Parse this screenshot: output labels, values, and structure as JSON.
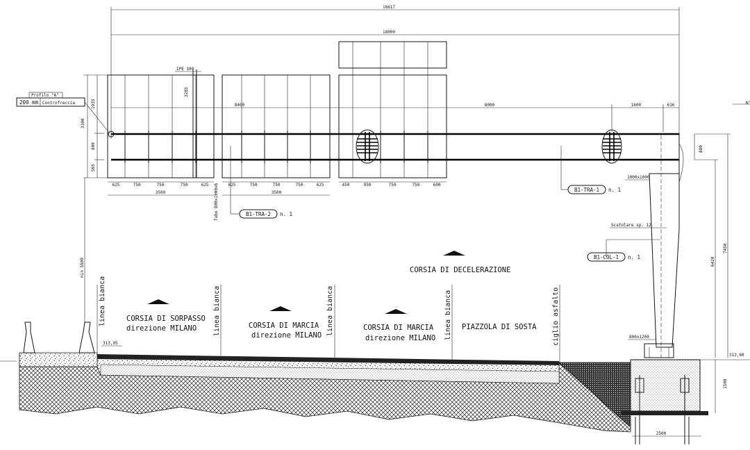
{
  "overall_dims": {
    "total": "16617",
    "span": "18000"
  },
  "stamp": {
    "title": "Profilo \"A\"",
    "value": "200 mm",
    "label": "Controfreccia"
  },
  "panels": {
    "p1_dims": [
      "625",
      "750",
      "750",
      "750",
      "625"
    ],
    "p1_total": "3500",
    "p2_dims": [
      "625",
      "750",
      "750",
      "750",
      "625"
    ],
    "p2_total": "3500",
    "p3_dims": [
      "450",
      "950",
      "750",
      "750",
      "600"
    ]
  },
  "beam_dims": {
    "d1": "8400",
    "d2": "8000",
    "d3": "1600",
    "d4": "616"
  },
  "left_vertical_dims": {
    "total": "3300",
    "top": "1935",
    "mid": "800",
    "bot": "565"
  },
  "misc_dims": {
    "ipe": "IPE 100",
    "v1": "3285",
    "tubo": "Tubo 800x1000x6",
    "hmin": "min 5500",
    "right_880": "880"
  },
  "column_labels": {
    "plate": "1000x1000",
    "scatolare": "Scatolare sp. 12",
    "base": "800x1200"
  },
  "right_dims": {
    "h7450": "7450",
    "h6420": "6420",
    "h1500": "1500",
    "w2500": "2500"
  },
  "elevations": {
    "left": "313,95",
    "right": "313,60"
  },
  "tags": [
    {
      "id": "B1-TRA-2",
      "qty": "n. 1"
    },
    {
      "id": "B1-TRA-1",
      "qty": "n. 1"
    },
    {
      "id": "B1-COL-1",
      "qty": "n. 1"
    }
  ],
  "lanes": {
    "sorpasso": [
      "CORSIA DI SORPASSO",
      "direzione MILANO"
    ],
    "marcia1": [
      "CORSIA DI MARCIA",
      "direzione MILANO"
    ],
    "marcia2": [
      "CORSIA DI MARCIA",
      "direzione MILANO"
    ],
    "sosta": "PIAZZOLA DI SOSTA",
    "decel": "CORSIA DI DECELERAZIONE"
  },
  "road_lines": {
    "bianca": "linea bianca",
    "ciglio": "ciglio asfalto"
  },
  "edge_text": {
    "n": "N°"
  },
  "colors": {
    "ink": "#111111",
    "paper": "#ffffff"
  }
}
